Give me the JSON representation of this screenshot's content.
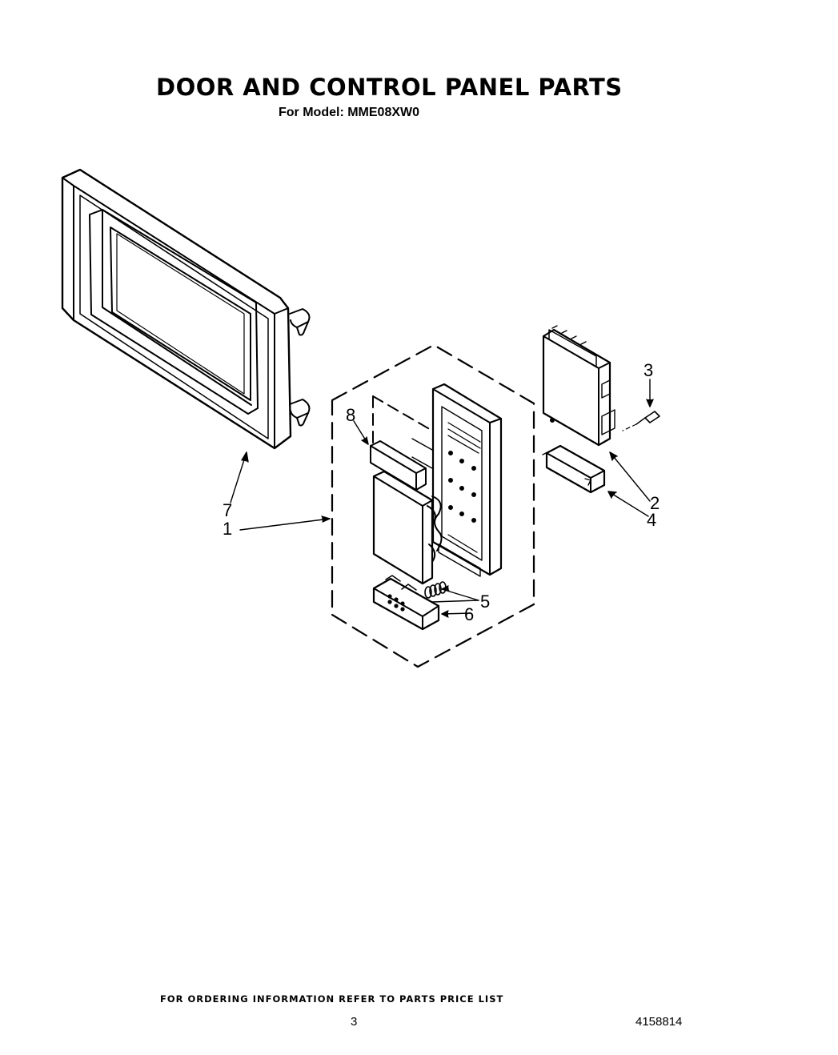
{
  "header": {
    "title": "DOOR AND CONTROL PANEL PARTS",
    "model_line": "For Model: MME08XW0"
  },
  "callouts": [
    {
      "id": "1",
      "label": "1"
    },
    {
      "id": "2",
      "label": "2"
    },
    {
      "id": "3",
      "label": "3"
    },
    {
      "id": "4",
      "label": "4"
    },
    {
      "id": "5",
      "label": "5"
    },
    {
      "id": "6",
      "label": "6"
    },
    {
      "id": "7",
      "label": "7"
    },
    {
      "id": "8",
      "label": "8"
    }
  ],
  "footer": {
    "note": "FOR ORDERING INFORMATION REFER TO PARTS PRICE LIST",
    "page": "3",
    "doc_number": "4158814"
  }
}
